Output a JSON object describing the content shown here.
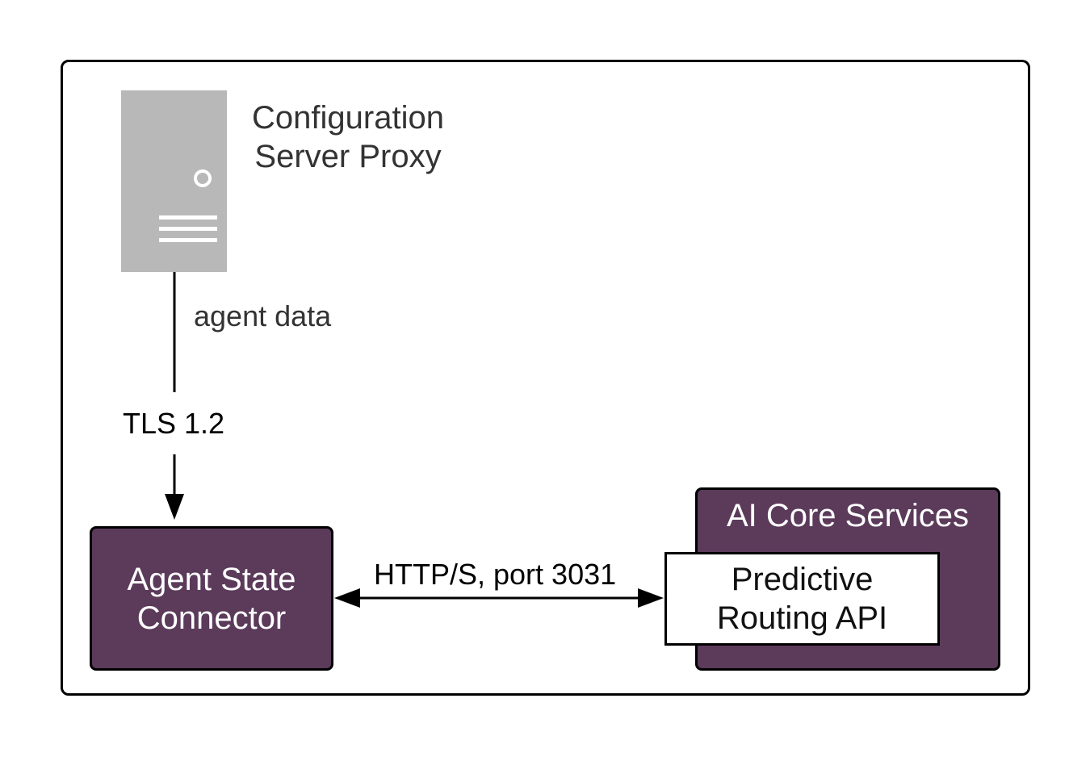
{
  "diagram": {
    "config_server_proxy": {
      "label": "Configuration\nServer Proxy",
      "line1": "Configuration",
      "line2": "Server Proxy",
      "icon": "server-icon"
    },
    "agent_data_label": "agent data",
    "tls_label": "TLS 1.2",
    "http_label": "HTTP/S, port 3031",
    "agent_state_connector": {
      "label": "Agent State\nConnector"
    },
    "ai_core_services": {
      "label": "AI Core Services"
    },
    "predictive_routing_api": {
      "label": "Predictive\nRouting API"
    }
  },
  "colors": {
    "node_fill": "#5b3a5a",
    "server_fill": "#b8b8b8",
    "stroke": "#000000"
  }
}
